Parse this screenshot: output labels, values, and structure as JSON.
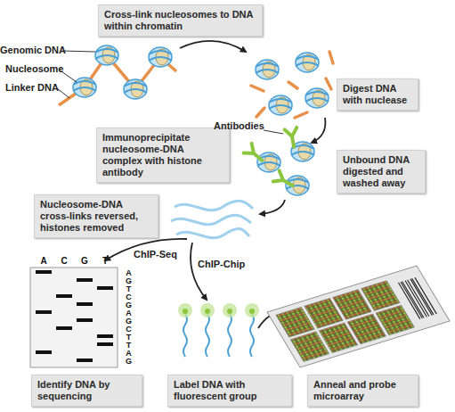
{
  "diagram": {
    "nodes": [
      {
        "text": [
          "Cross-link nucleosomes to DNA within chromatin"
        ]
      },
      {
        "text": [
          "Digest DNA with nuclease"
        ]
      },
      {
        "text": [
          "Immunoprecipitate nucleosome-DNA complex with histone antibody"
        ]
      },
      {
        "text": [
          "Unbound DNA digested and washed away"
        ]
      },
      {
        "text": [
          "Nucleosome-DNA cross-links reversed, histones removed"
        ]
      },
      {
        "text": [
          "Identify DNA by sequencing"
        ]
      },
      {
        "text": [
          "Label DNA with fluorescent group"
        ]
      },
      {
        "text": [
          "Anneal and probe microarray"
        ]
      }
    ],
    "labels": [
      "Genomic DNA",
      "Nucleosome",
      "Linker DNA",
      "Antibodies",
      "ChIP-Seq",
      "ChIP-Chip",
      "A",
      "C",
      "G",
      "T",
      "AGTCGAGCTTAG"
    ]
  }
}
